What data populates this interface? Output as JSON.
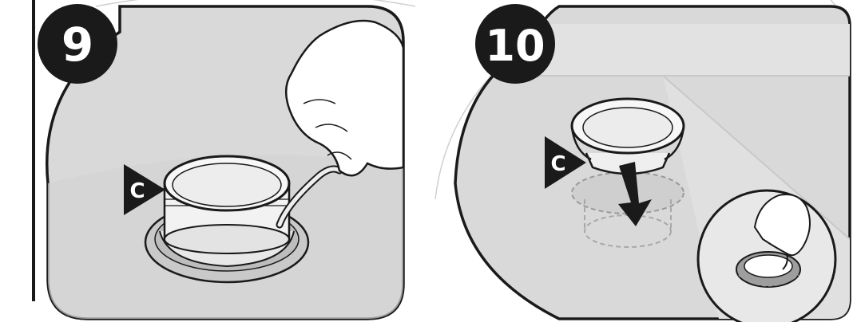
{
  "steps": [
    {
      "number": "9",
      "marker": "C"
    },
    {
      "number": "10",
      "marker": "C"
    }
  ],
  "colors": {
    "frame": "#1a1a1a",
    "panel_fill": "#d9d9d9",
    "counter_fill": "#e6e6e6",
    "arrow_fill": "#1a1a1a",
    "part_fill": "#f5f5f5"
  }
}
